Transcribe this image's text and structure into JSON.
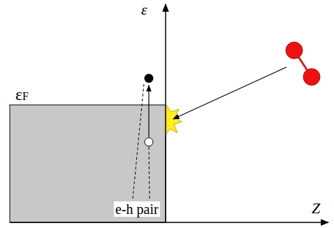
{
  "diagram": {
    "labels": [
      "ε",
      "εF",
      "e-h pair",
      "Z"
    ]
  }
}
